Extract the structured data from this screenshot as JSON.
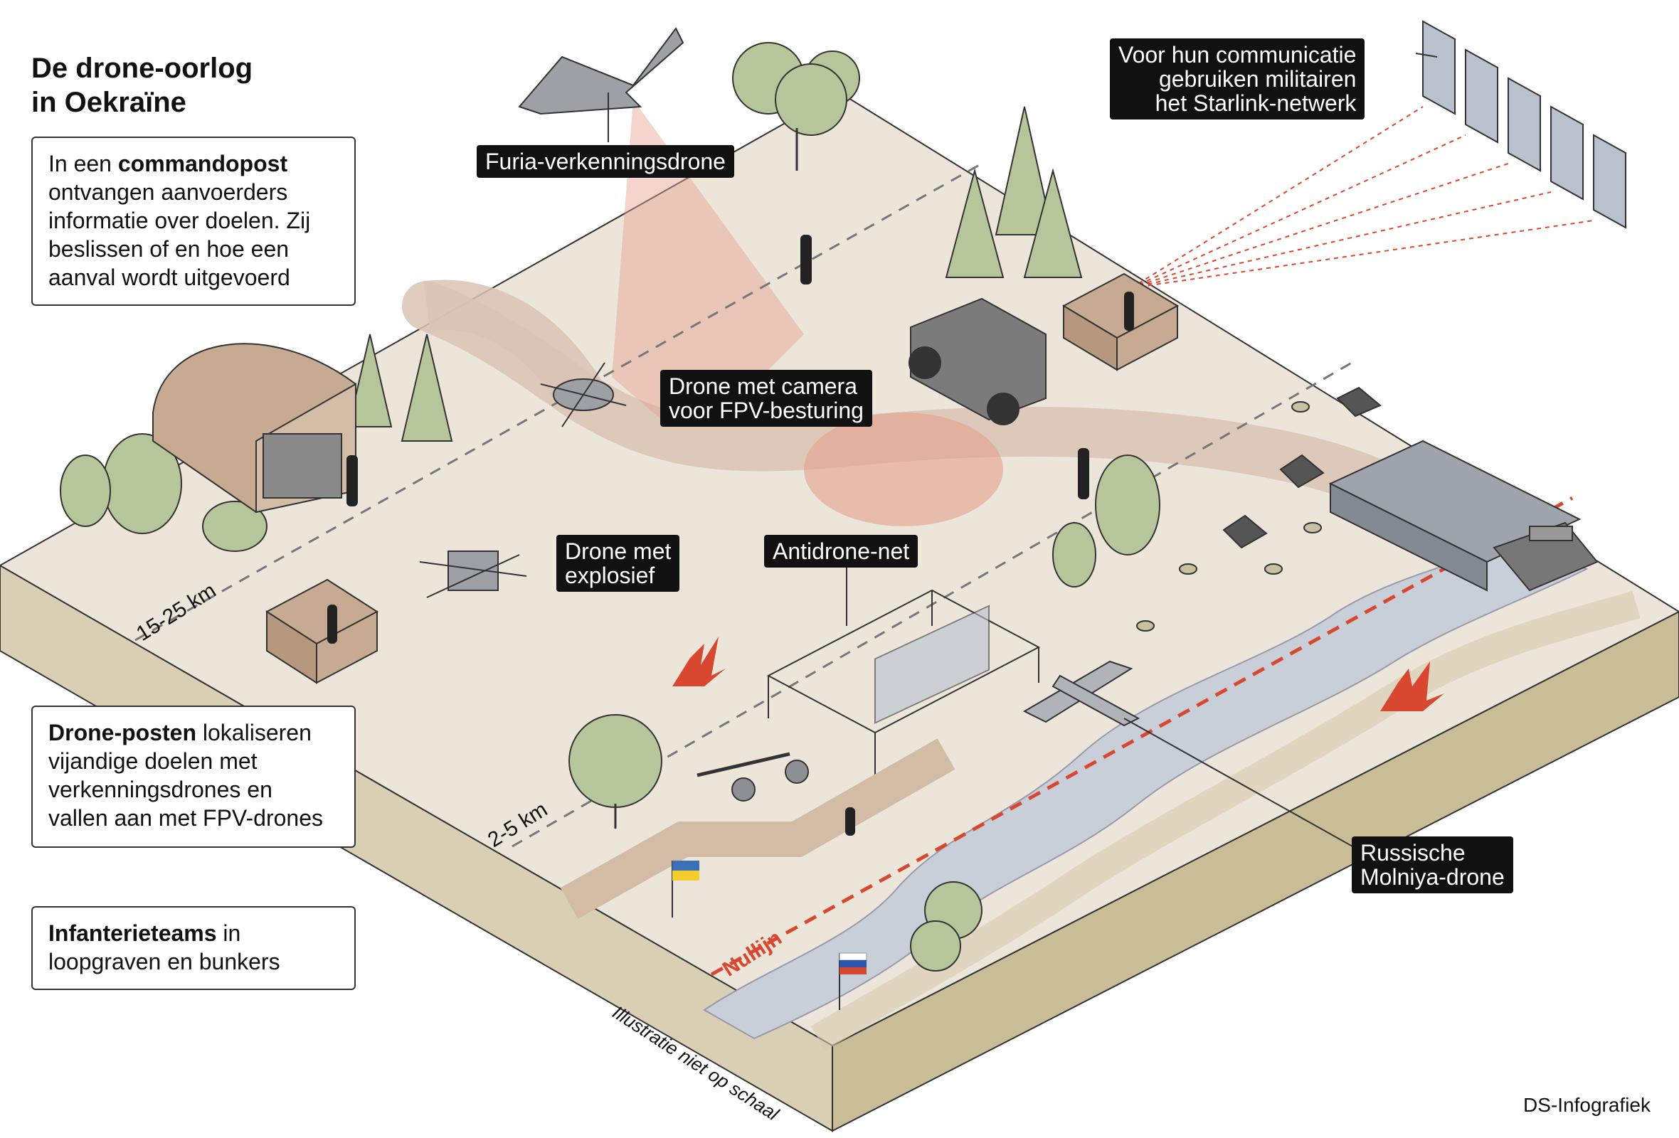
{
  "title": {
    "line1": "De drone-oorlog",
    "line2": "in Oekraïne"
  },
  "info_boxes": {
    "command": {
      "bold": "commandopost",
      "pre": "In een ",
      "post": "ontvangen aanvoerders informatie over doelen. Zij beslissen of en hoe een aanval wordt uitgevoerd",
      "l1": "In een ",
      "l2": "ontvangen aanvoerders",
      "l3": "informatie over doelen. Zij",
      "l4": "beslissen of en hoe een",
      "l5": "aanval wordt uitgevoerd"
    },
    "drone_posts": {
      "bold": "Drone-posten",
      "l1": " lokaliseren",
      "l2": "vijandige doelen met",
      "l3": "verkenningsdrones en",
      "l4": "vallen aan met FPV-drones"
    },
    "infantry": {
      "bold": "Infanterieteams",
      "l1": " in",
      "l2": "loopgraven en bunkers"
    }
  },
  "labels": {
    "furia": "Furia-verkenningsdrone",
    "starlink_1": "Voor hun communicatie",
    "starlink_2": "gebruiken militairen",
    "starlink_3": "het Starlink-netwerk",
    "camera_1": "Drone met camera",
    "camera_2": "voor FPV-besturing",
    "explosive_1": "Drone met",
    "explosive_2": "explosief",
    "antidrone": "Antidrone-net",
    "molniya_1": "Russische",
    "molniya_2": "Molniya-drone"
  },
  "distances": {
    "far": "15-25 km",
    "near": "2-5 km"
  },
  "nullijn": "Nullijn",
  "note": "Illustratie niet op schaal",
  "credit": "DS-Infografiek",
  "colors": {
    "ground": "#ece6da",
    "side": "#d8cfb4",
    "path": "#d9c3b4",
    "river": "#c9cfd9",
    "tree": "#b7c59b",
    "accent": "#d8472f",
    "bunker": "#c6ab92"
  }
}
